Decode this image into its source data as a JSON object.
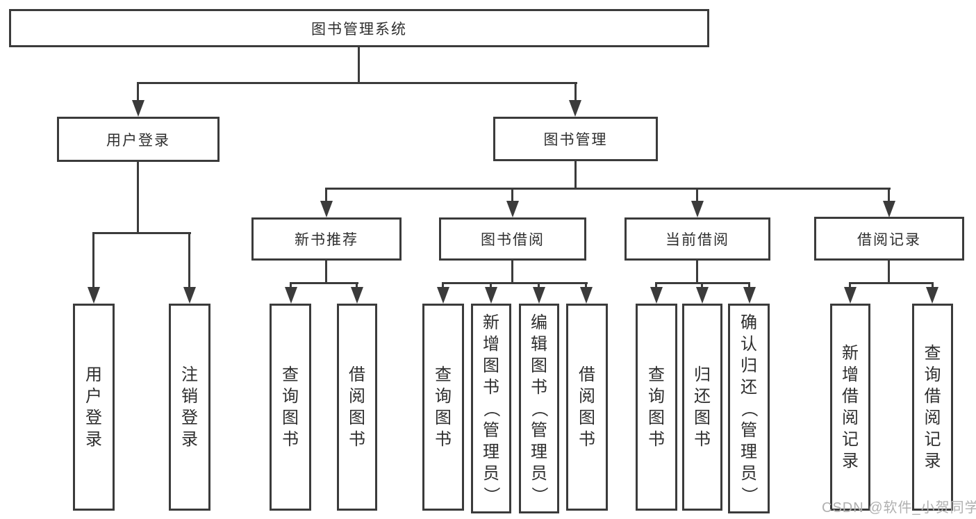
{
  "colors": {
    "line": "#3b3b3b",
    "text": "#2e2e2e",
    "watermark": "#b0b0b0",
    "background": "#ffffff"
  },
  "watermark": "CSDN @软件_小贺同学",
  "nodes": {
    "root": "图书管理系统",
    "userLogin": "用户登录",
    "bookMgmt": "图书管理",
    "newBooks": "新书推荐",
    "bookBorrow": "图书借阅",
    "currentBorrow": "当前借阅",
    "borrowRecords": "借阅记录",
    "leafUserLogin": "用户登录",
    "leafLogout": "注销登录",
    "nbQuery": "查询图书",
    "nbBorrow": "借阅图书",
    "bbQuery": "查询图书",
    "bbAdd": "新增图书（管理员）",
    "bbEdit": "编辑图书（管理员）",
    "bbBorrow": "借阅图书",
    "cbQuery": "查询图书",
    "cbReturn": "归还图书",
    "cbConfirm": "确认归还（管理员）",
    "brAdd": "新增借阅记录",
    "brQuery": "查询借阅记录"
  }
}
